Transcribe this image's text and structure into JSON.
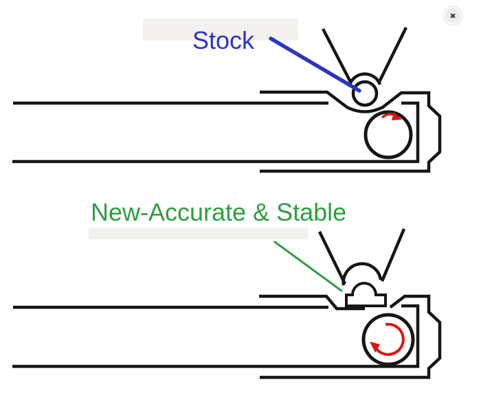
{
  "page": {
    "background": "#ffffff"
  },
  "close_button": {
    "glyph": "✖"
  },
  "labels": {
    "stock": {
      "text": "Stock",
      "color": "#2b35c0"
    },
    "improved": {
      "text": "New-Accurate & Stable",
      "color": "#2f9e41"
    }
  },
  "colors": {
    "ink": "#161616",
    "red": "#dc1414",
    "blue": "#2b35c0",
    "green": "#2f9e41",
    "label_bg": "#f3f1ee"
  },
  "diagram": {
    "top_figure": "stock ball-bearing tip resting in V-notch with roller, small clockwise rotation arrow",
    "bottom_figure": "new flat-seated dome insert with roller, large clockwise rotation arrow"
  }
}
